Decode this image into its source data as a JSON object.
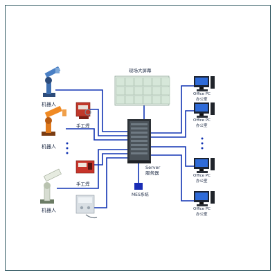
{
  "labels": {
    "screen_wall": "现场大屏幕",
    "robot_1": "机器人",
    "robot_2": "机器人",
    "robot_3": "机器人",
    "welder_1": "手工焊",
    "welder_2": "手工焊",
    "server_en": "Server",
    "server_cn": "服务器",
    "mes": "MES系统",
    "pc_en": "Office PC",
    "pc_cn": "办公室"
  },
  "colors": {
    "line": "#1133b3",
    "frame": "#2e5660",
    "mes_box": "#1a2db5",
    "screen": "#d6e7d9"
  }
}
